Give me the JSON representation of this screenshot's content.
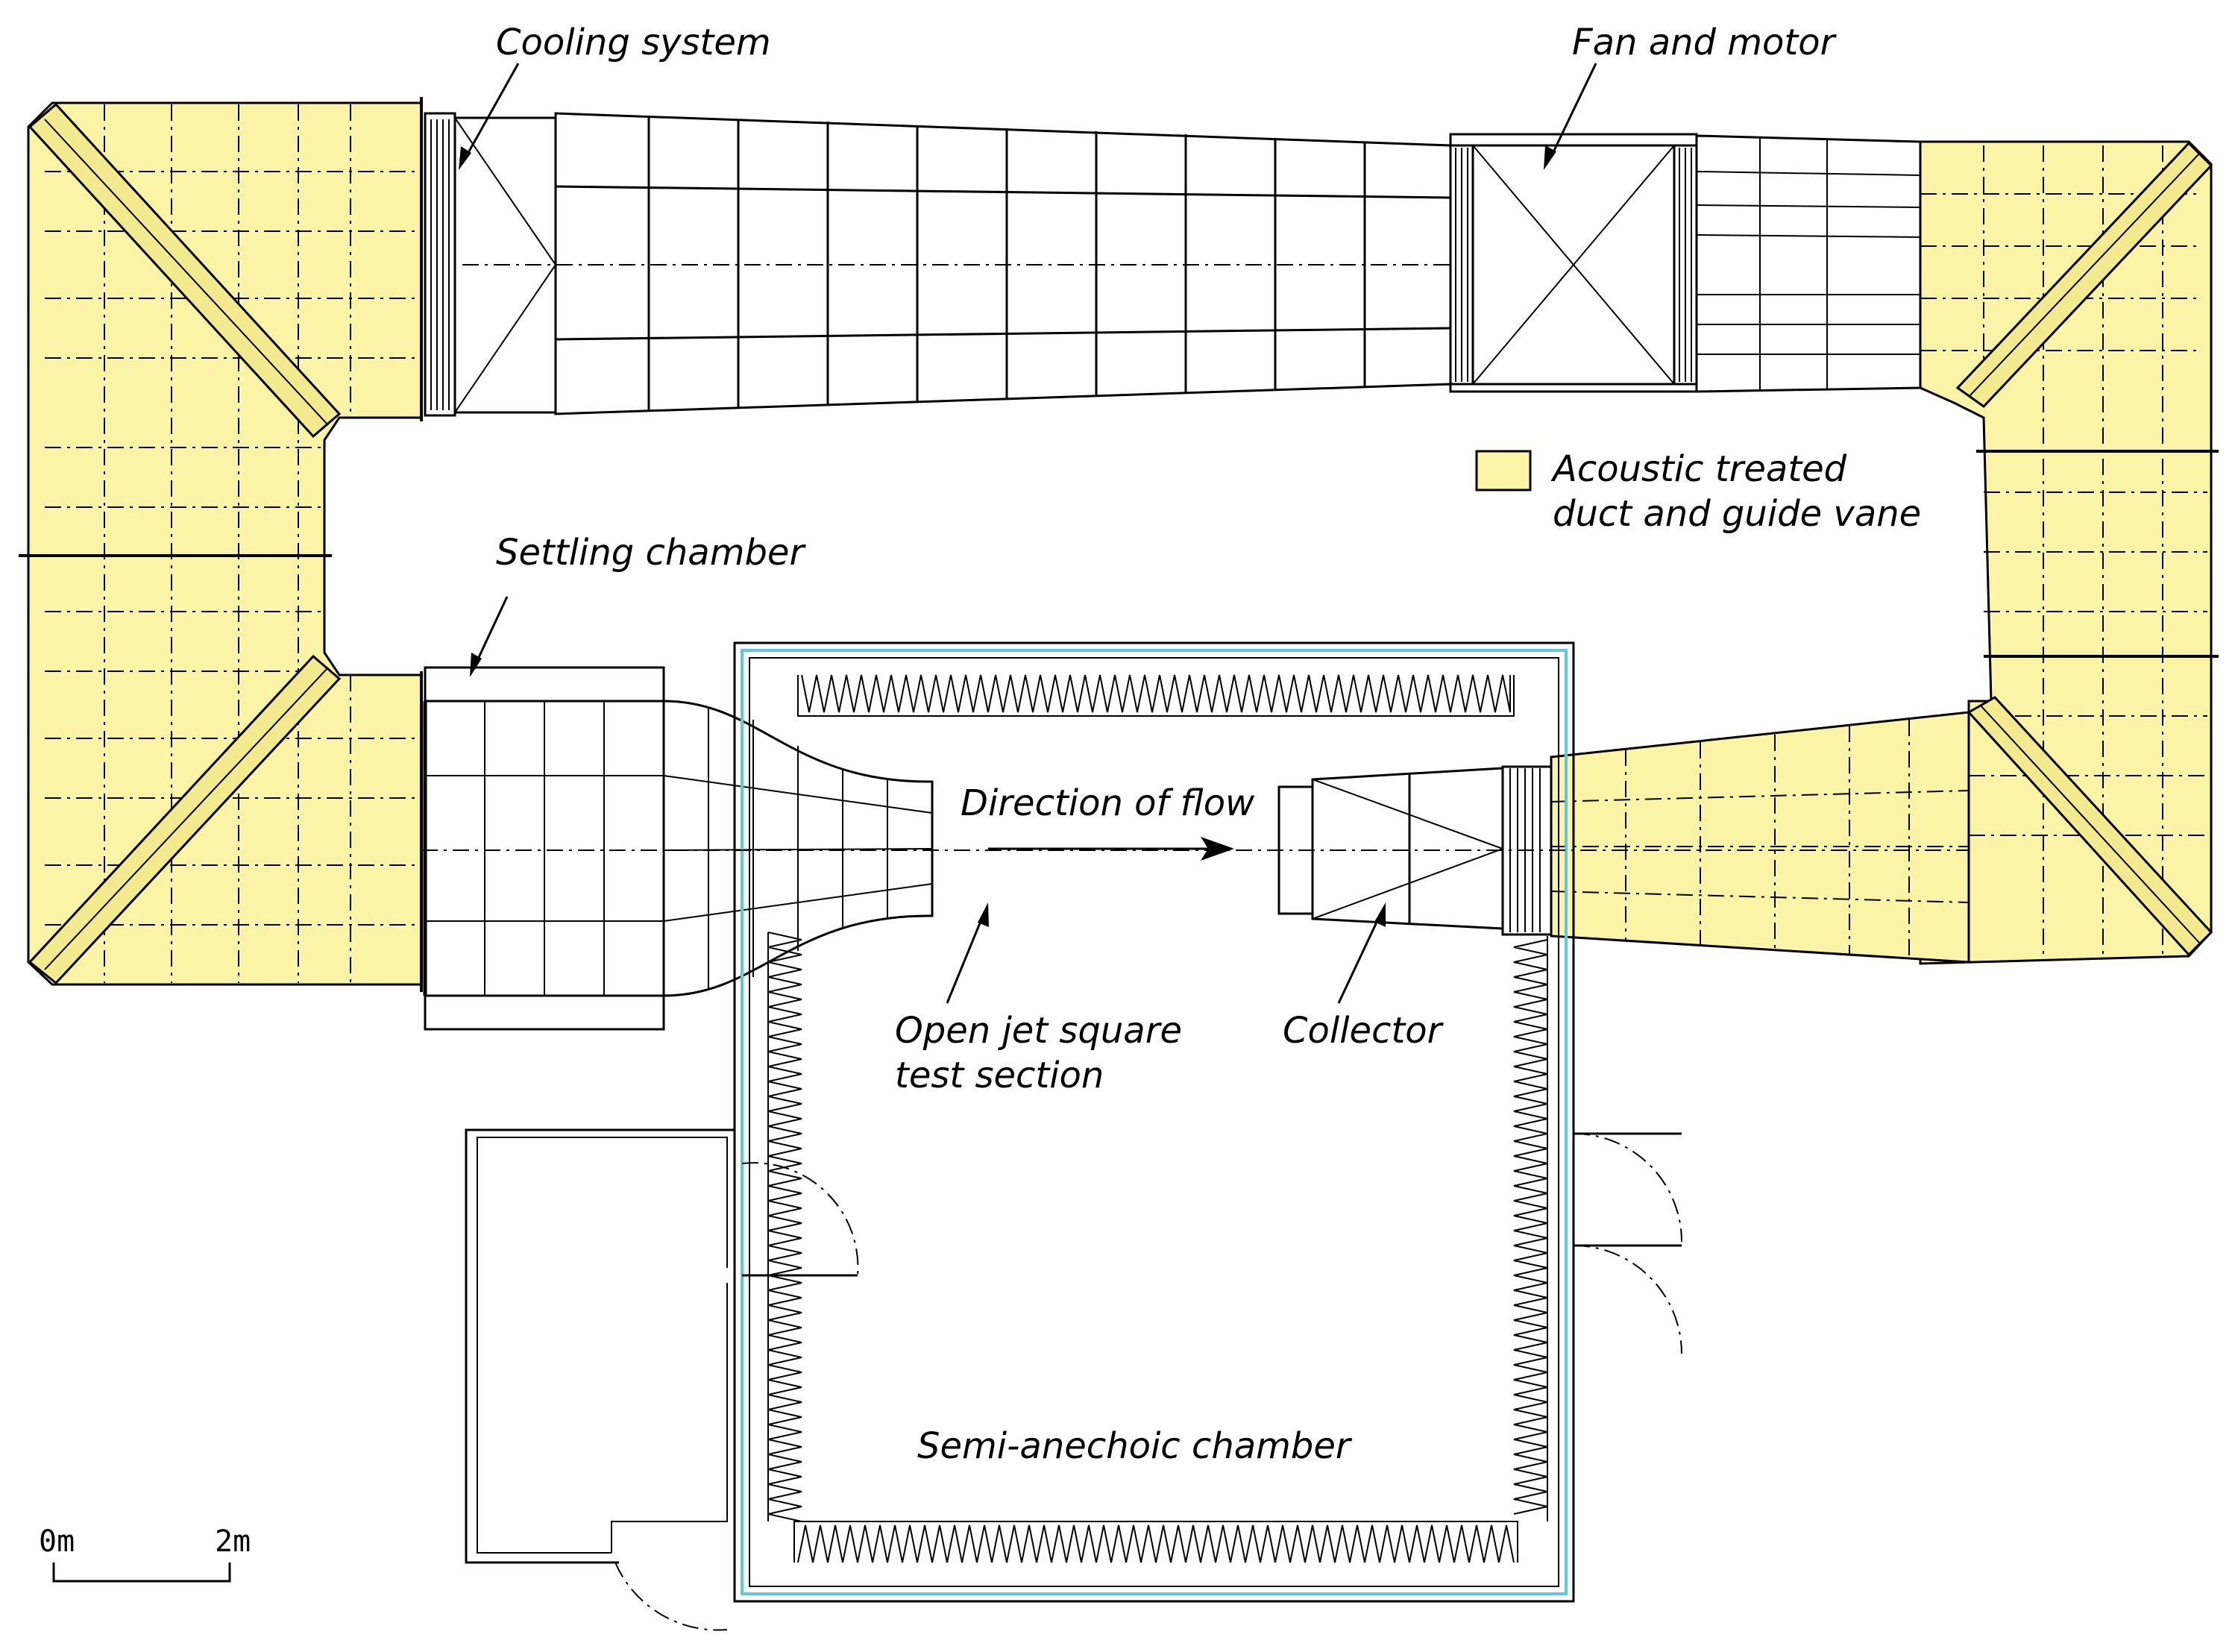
{
  "colors": {
    "acoustic_fill": "#fbf3a6",
    "line": "#000000",
    "chamber_wall_accent": "#5ec8e0",
    "background": "#ffffff"
  },
  "labels": {
    "cooling_system": "Cooling system",
    "fan_and_motor": "Fan and motor",
    "legend_line1": "Acoustic treated",
    "legend_line2": "duct and guide vane",
    "settling_chamber": "Settling chamber",
    "direction_of_flow": "Direction of flow",
    "open_jet_line1": "Open jet square",
    "open_jet_line2": "test section",
    "collector": "Collector",
    "semi_anechoic": "Semi-anechoic chamber"
  },
  "scale_bar": {
    "start_label": "0m",
    "end_label": "2m"
  },
  "icons": {
    "flow_arrow": "arrow-right-icon",
    "legend_swatch": "yellow-square-icon"
  }
}
